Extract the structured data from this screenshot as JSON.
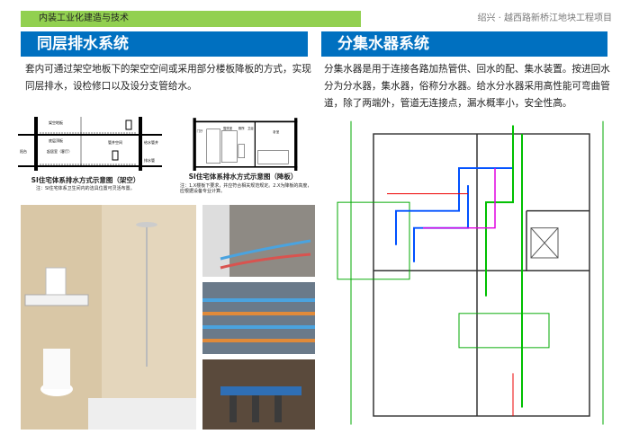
{
  "header": {
    "section_label": "内装工业化建造与技术",
    "project_title": "绍兴 · 越西路新桥江地块工程项目"
  },
  "left": {
    "title": "同层排水系统",
    "paragraph": "套内可通过架空地板下的架空空间或采用部分楼板降板的方式，实现同层排水，设检修口以及设分支管给水。",
    "diagram1": {
      "caption": "SI住宅体系排水方式示意图（架空）",
      "note": "注：SI住宅体系卫生间内的洁具位置可灵活布置。",
      "labels": [
        "架空地板",
        "底层顶板",
        "起居室（客厅）",
        "阳台",
        "管井空间",
        "给水管井",
        "排水管"
      ]
    },
    "diagram2": {
      "caption": "SI住宅体系排水方式示意图（降板）",
      "note": "注：1.X楼板下要求，并应符合相关规范规定。2.X为降板的高度，应根据设备专业计算。",
      "labels": [
        "门厅",
        "盥洗室",
        "厕所",
        "卫浴",
        "卧室"
      ]
    }
  },
  "right": {
    "title": "分集水器系统",
    "paragraph": "分集水器是用于连接各路加热管供、回水的配、集水装置。按进回水分为分水器，集水器，俗称分水器。给水分水器采用高性能可弯曲管道，除了两端外，管道无连接点，漏水概率小，安全性高。"
  },
  "colors": {
    "green": "#92d050",
    "blue": "#0070c0"
  }
}
